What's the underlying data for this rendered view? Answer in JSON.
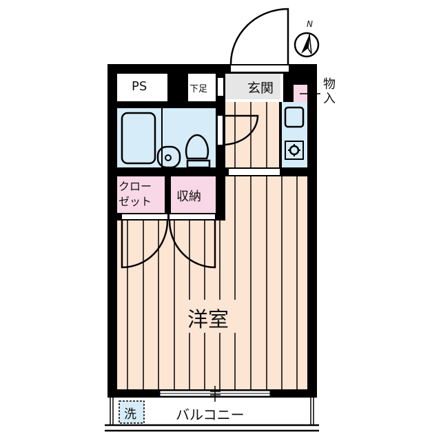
{
  "plan": {
    "rooms": {
      "ps": "PS",
      "shoe_box": "下足",
      "entrance": "玄関",
      "storage_small": "物\n入",
      "storage_small_line1": "物",
      "storage_small_line2": "入",
      "closet_line1": "クロー",
      "closet_line2": "ゼット",
      "storage": "収納",
      "western_room": "洋室",
      "balcony": "バルコニー",
      "washer": "洗"
    },
    "compass": {
      "label": "N"
    },
    "colors": {
      "wall": "#000000",
      "wet_area": "#d6ecf8",
      "flooring": "#fde5d4",
      "storage": "#f8d8e6",
      "entrance": "#e6e6e6"
    }
  }
}
